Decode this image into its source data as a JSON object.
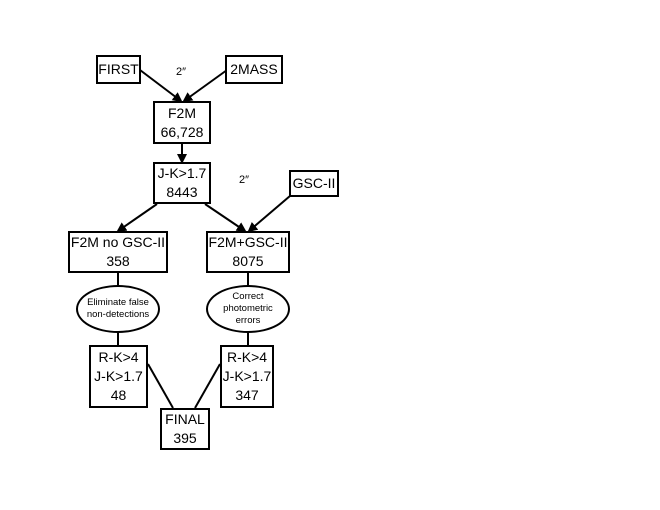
{
  "nodes": {
    "first": "FIRST",
    "twomass": "2MASS",
    "f2m": {
      "title": "F2M",
      "count": "66,728"
    },
    "jk_cut": {
      "title": "J-K>1.7",
      "count": "8443"
    },
    "gsc": "GSC-II",
    "f2m_no_gsc": {
      "title": "F2M no GSC-II",
      "count": "358"
    },
    "f2m_gsc": {
      "title": "F2M+GSC-II",
      "count": "8075"
    },
    "left_final_cut": {
      "line1": "R-K>4",
      "line2": "J-K>1.7",
      "count": "48"
    },
    "right_final_cut": {
      "line1": "R-K>4",
      "line2": "J-K>1.7",
      "count": "347"
    },
    "final": {
      "title": "FINAL",
      "count": "395"
    }
  },
  "ovals": {
    "eliminate": {
      "line1": "Eliminate false",
      "line2": "non-detections"
    },
    "correct": {
      "line1": "Correct",
      "line2": "photometric",
      "line3": "errors"
    }
  },
  "edge_labels": {
    "first_2mass_match": "2″",
    "gsc_match": "2″"
  }
}
